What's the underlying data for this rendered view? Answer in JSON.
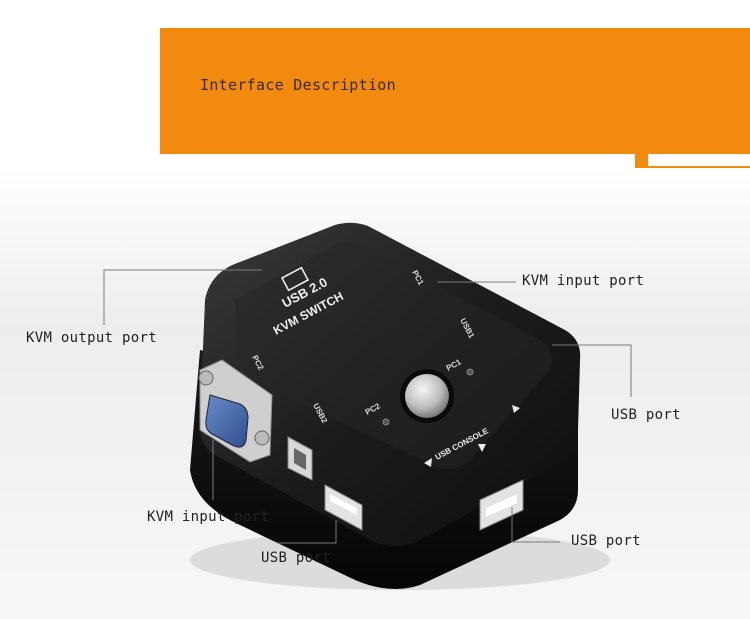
{
  "banner": {
    "title": "Interface Description",
    "color": "#f28a10"
  },
  "device": {
    "top_text_line1": "USB 2.0",
    "top_text_line2": "KVM SWITCH",
    "pc1_label": "PC1",
    "pc2_label": "PC2",
    "usb1_label": "USB1",
    "usb2_label": "USB2",
    "top_pc2_label": "PC2",
    "top_pc1_label": "PC1",
    "console_label": "USB CONSOLE"
  },
  "callouts": {
    "kvm_output": "KVM output port",
    "kvm_input_top": "KVM input port",
    "usb_right_upper": "USB port",
    "kvm_input_bottom": "KVM input port",
    "usb_bottom_left": "USB port",
    "usb_bottom_right": "USB port"
  }
}
